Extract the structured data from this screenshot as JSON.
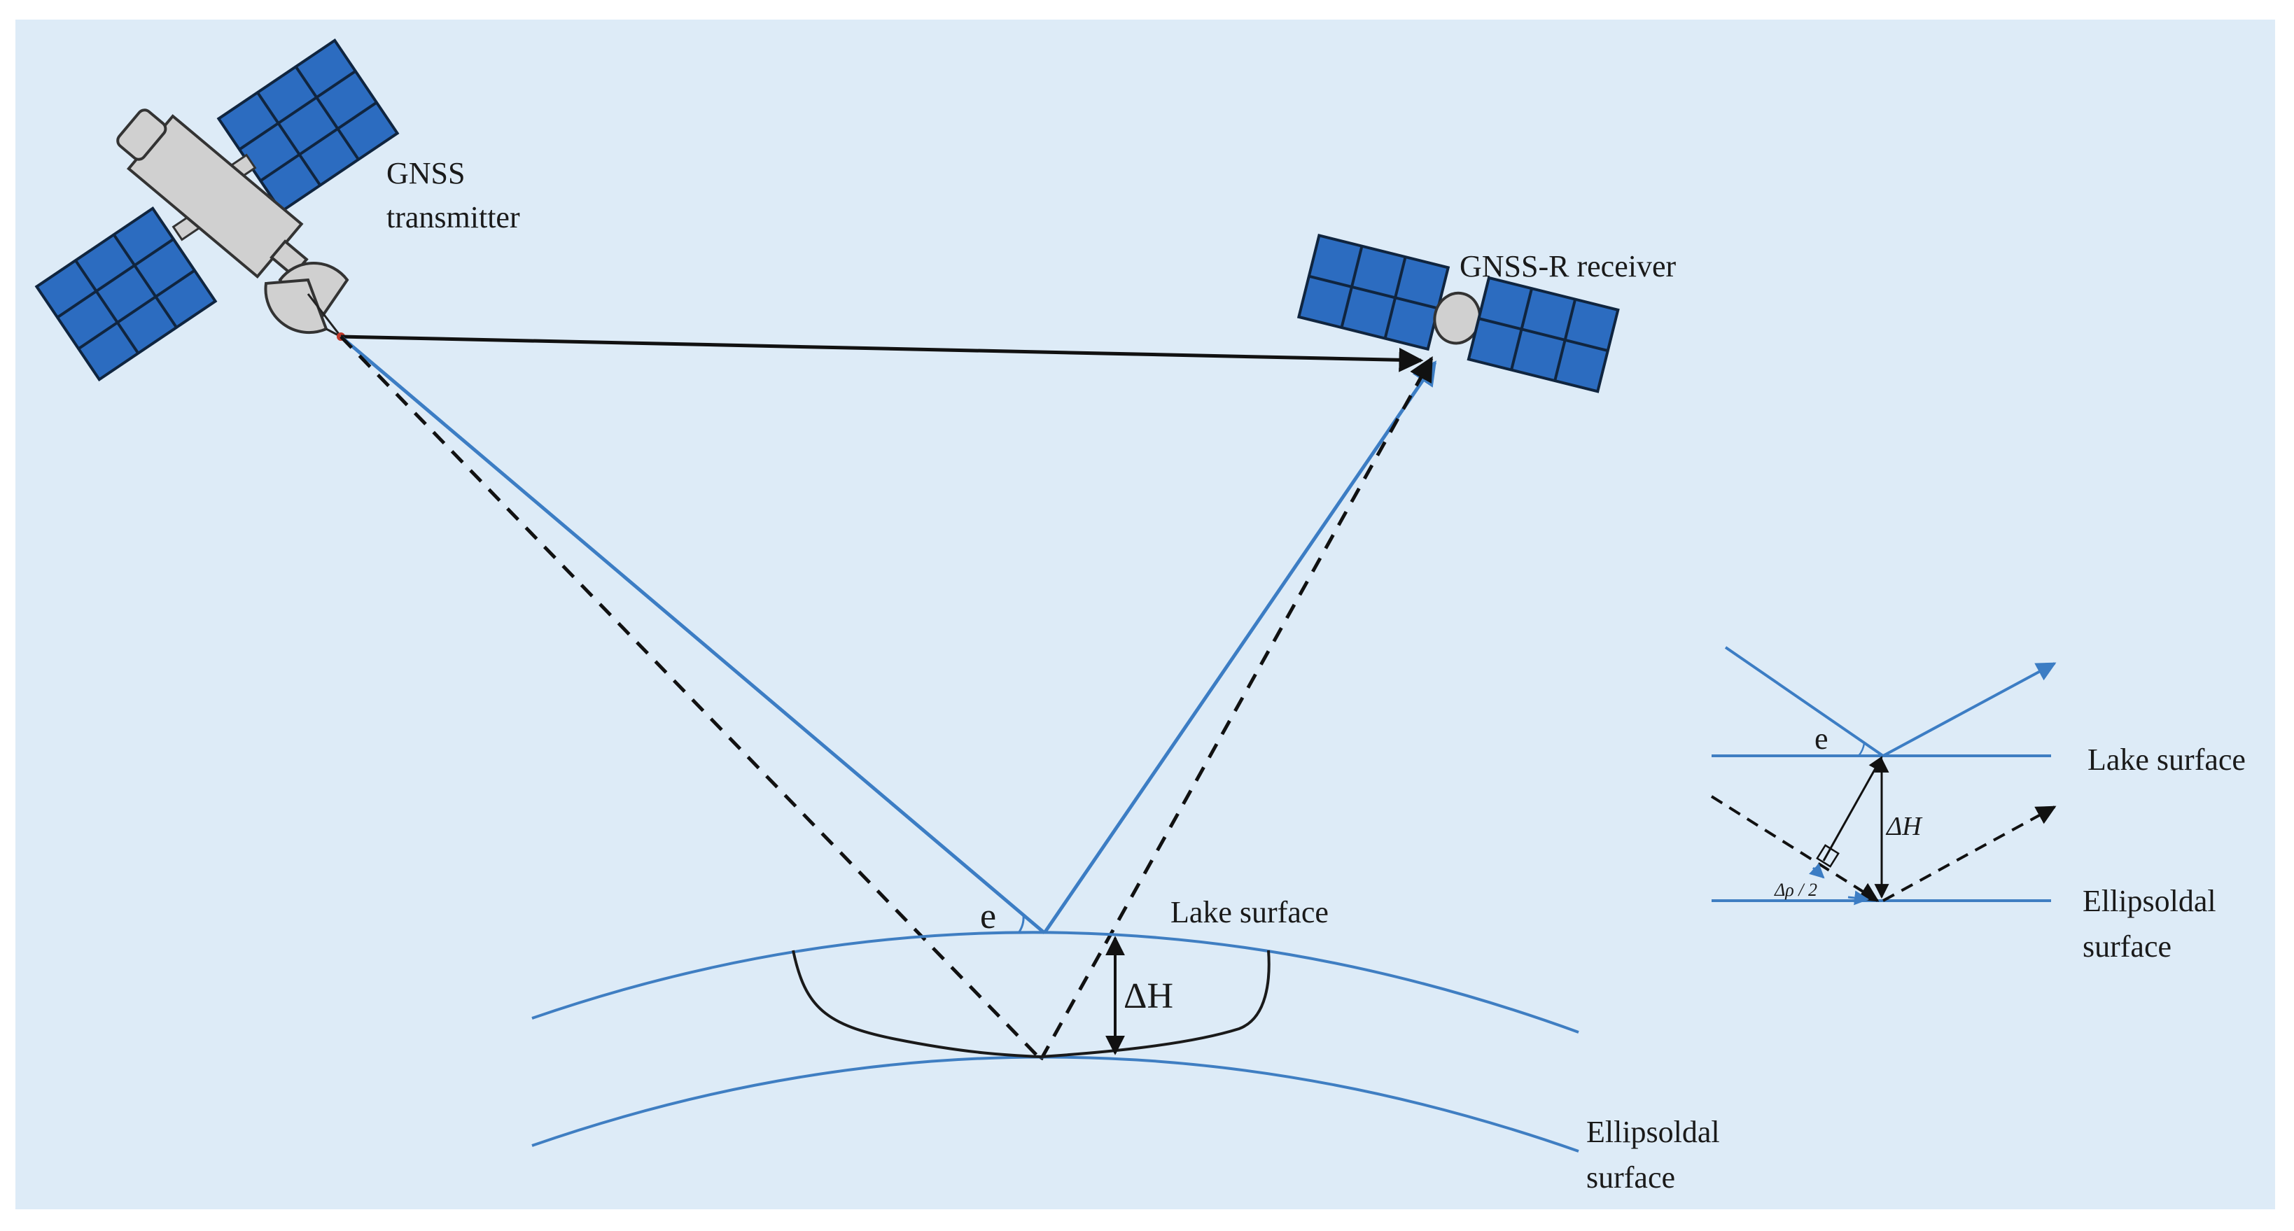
{
  "labels": {
    "transmitter_line1": "GNSS",
    "transmitter_line2": "transmitter",
    "receiver": "GNSS-R receiver",
    "lake_surface": "Lake surface",
    "ellipsoidal_line1": "Ellipsoldal",
    "ellipsoidal_line2": "surface",
    "elevation_angle": "e",
    "height_difference": "ΔH",
    "inset_elevation_angle": "e",
    "inset_height_difference": "ΔH",
    "inset_path_delay": "Δρ / 2",
    "inset_lake_surface": "Lake surface",
    "inset_ellipsoidal_line1": "Ellipsoldal",
    "inset_ellipsoidal_line2": "surface"
  },
  "colors": {
    "background": "#ddebf7",
    "signal_blue": "#3c7dc4",
    "surface_blue": "#3f7ec2",
    "panel_blue": "#2c6cc0",
    "panel_grid": "#10253f",
    "satellite_grey": "#d0d0d0",
    "dashed_black": "#111111"
  }
}
